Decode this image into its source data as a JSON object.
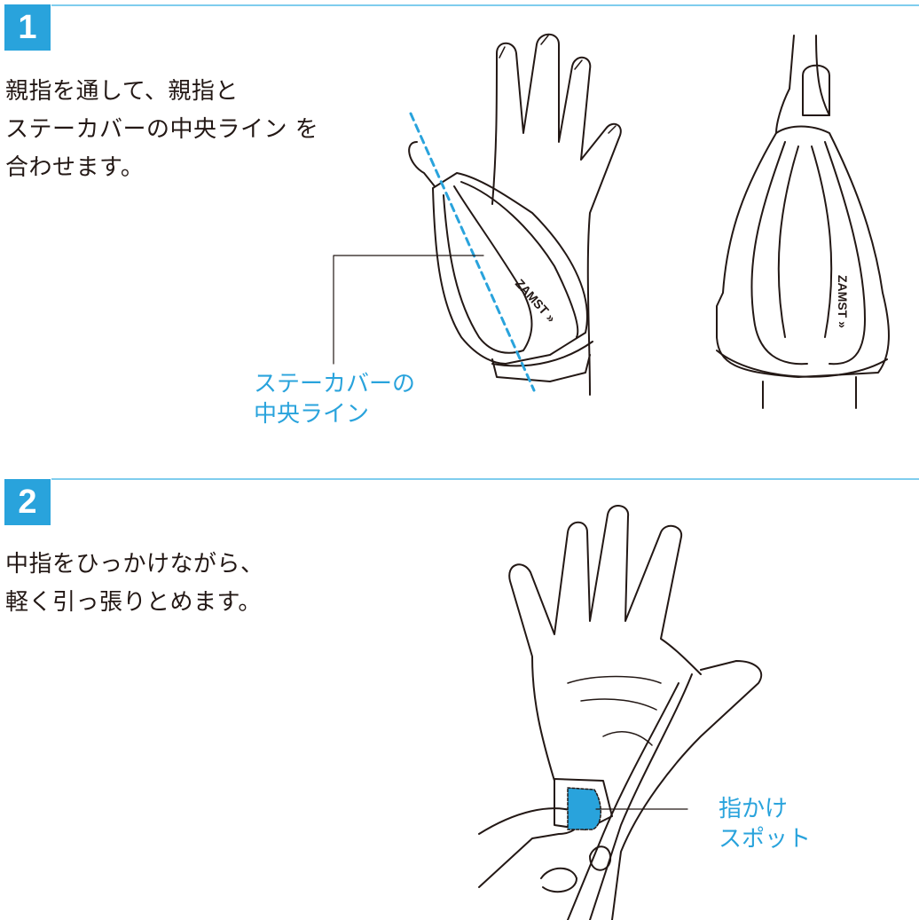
{
  "steps": [
    {
      "number": "1",
      "lines": [
        "親指を通して、親指と",
        "ステーカバーの中央ライン を",
        "合わせます。"
      ],
      "callout": [
        "ステーカバーの",
        "中央ライン"
      ],
      "brand_logo": "ZAMST"
    },
    {
      "number": "2",
      "lines": [
        "中指をひっかけながら、",
        "軽く引っ張りとめます。"
      ],
      "callout": [
        "指かけ",
        "スポット"
      ]
    }
  ],
  "colors": {
    "accent": "#29a3dc",
    "rule": "#7fcdee",
    "text": "#231815"
  }
}
